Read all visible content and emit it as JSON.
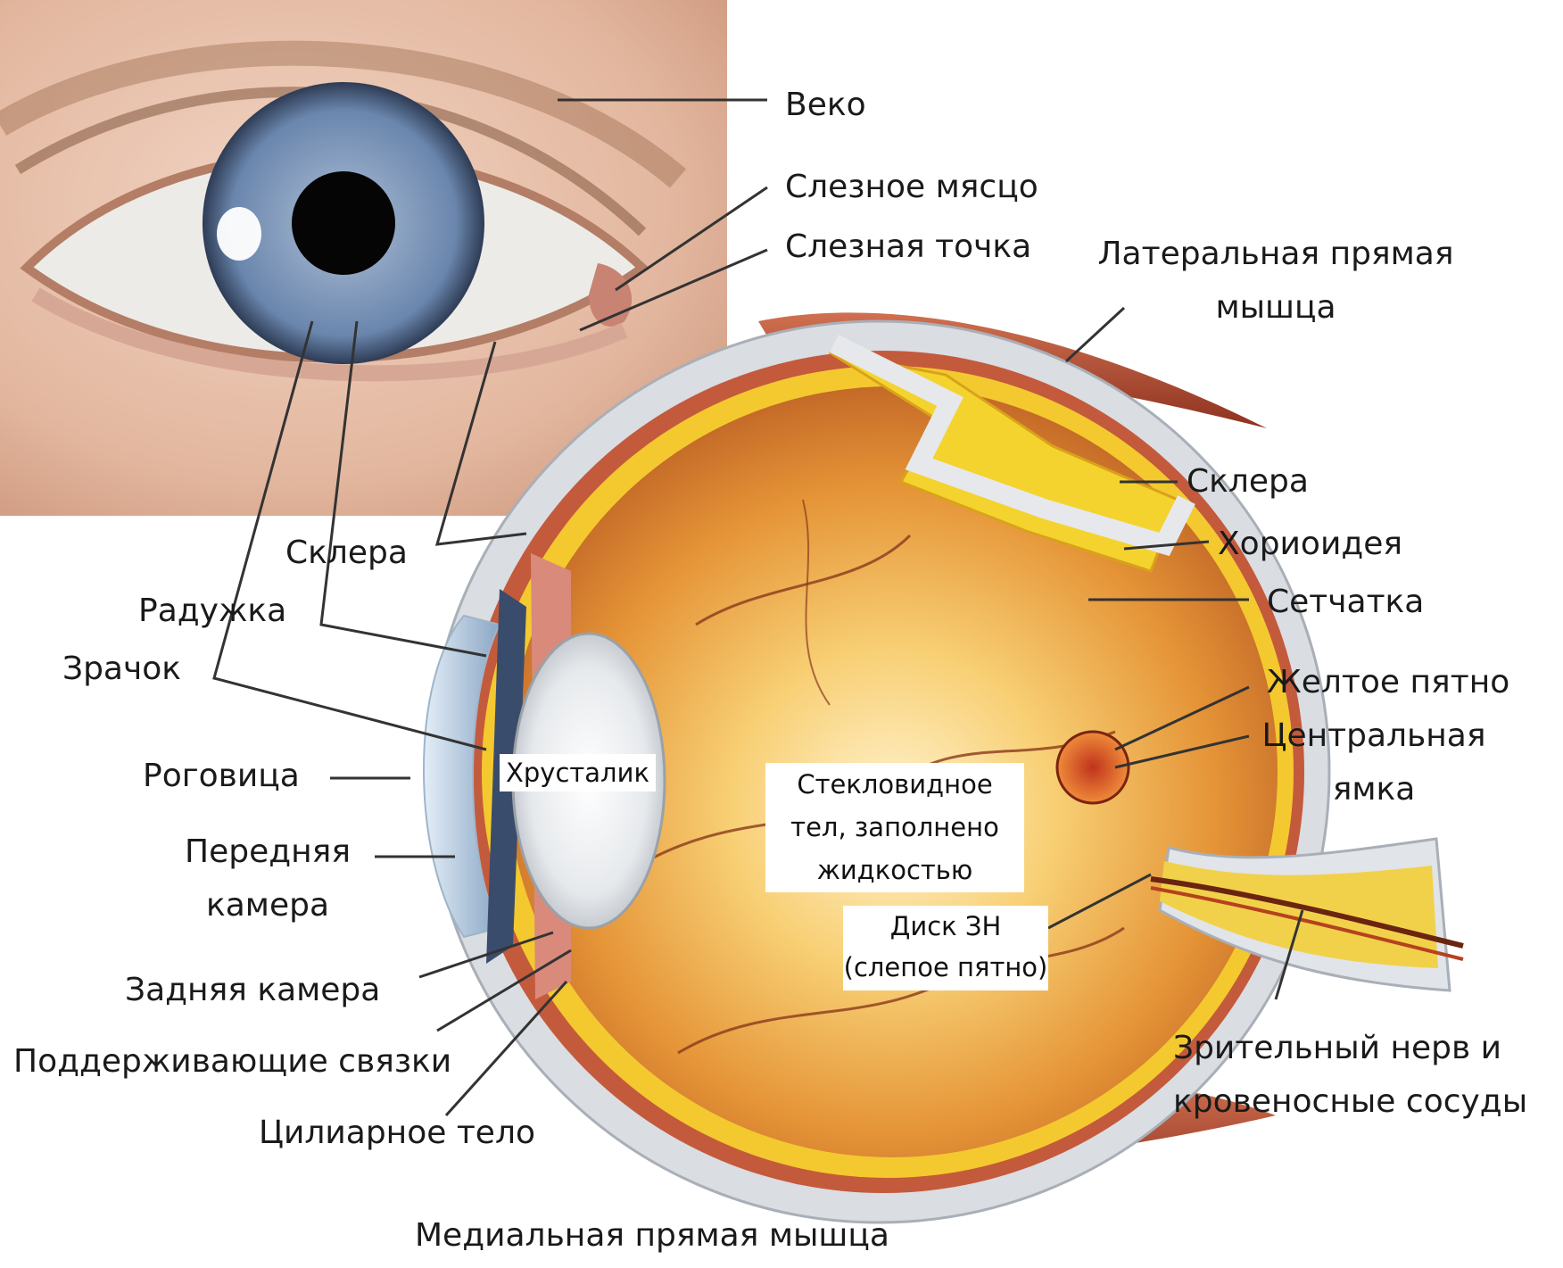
{
  "labels": {
    "eyelid": "Веко",
    "lacrimal_caruncle": "Слезное мясцо",
    "lacrimal_point": "Слезная точка",
    "lateral_rectus_line1": "Латеральная прямая",
    "lateral_rectus_line2": "мышца",
    "sclera_top": "Склера",
    "choroid": "Хориоидея",
    "retina": "Сетчатка",
    "macula": "Желтое пятно",
    "fovea_line1": "Центральная",
    "fovea_line2": "ямка",
    "sclera_left": "Склера",
    "iris": "Радужка",
    "pupil": "Зрачок",
    "cornea": "Роговица",
    "anterior_chamber_line1": "Передняя",
    "anterior_chamber_line2": "камера",
    "posterior_chamber": "Задняя камера",
    "suspensory_ligaments": "Поддерживающие связки",
    "ciliary_body": "Цилиарное тело",
    "medial_rectus": "Медиальная прямая мышца",
    "lens": "Хрусталик",
    "vitreous_line1": "Стекловидное",
    "vitreous_line2": "тел, заполнено",
    "vitreous_line3": "жидкостью",
    "optic_disc_line1": "Диск ЗН",
    "optic_disc_line2": "(слепое пятно)",
    "optic_nerve_line1": "Зрительный нерв и",
    "optic_nerve_line2": "кровеносные сосуды"
  },
  "colors": {
    "skin": "#e8c2ad",
    "iris": "#6b87ad",
    "sclera": "#d9dde3",
    "vitreous": "#f2a93c",
    "retina": "#f5cd2e",
    "choroid": "#c0553a",
    "muscle": "#b14a33",
    "leader_line": "#333333"
  }
}
